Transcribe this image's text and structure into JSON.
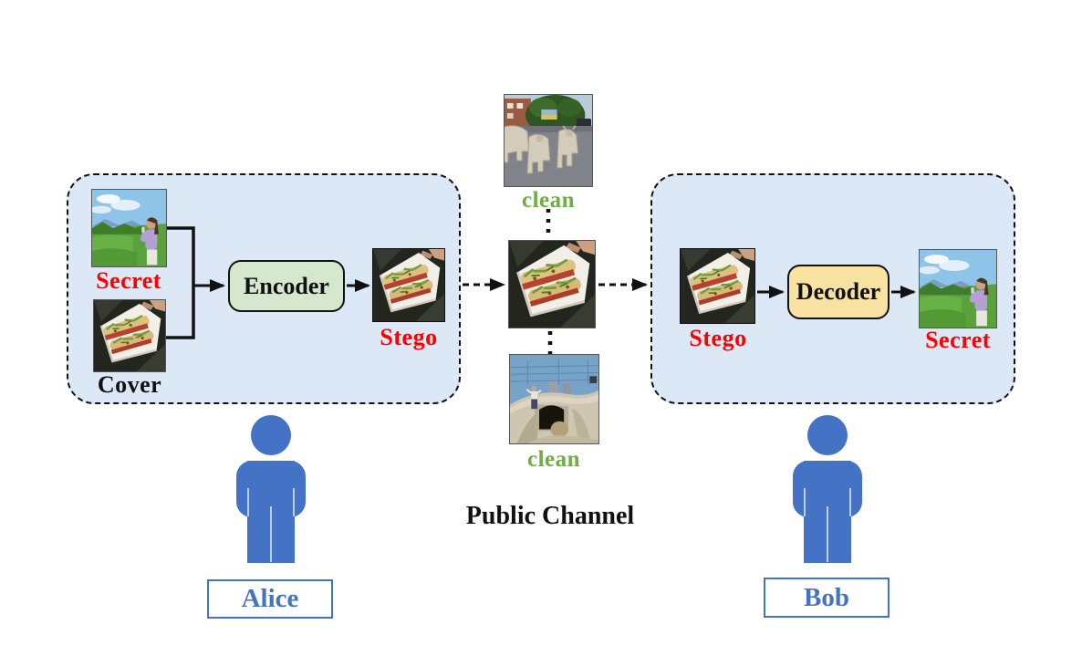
{
  "figure": {
    "public_channel_title": "Public Channel"
  },
  "alice_panel": {
    "secret_label": "Secret",
    "cover_label": "Cover",
    "encoder_label": "Encoder",
    "stego_label": "Stego"
  },
  "channel": {
    "clean_top_label": "clean",
    "clean_bottom_label": "clean"
  },
  "bob_panel": {
    "stego_label": "Stego",
    "decoder_label": "Decoder",
    "secret_label": "Secret"
  },
  "actors": {
    "alice_label": "Alice",
    "bob_label": "Bob"
  },
  "colors": {
    "panel_fill": "#dce8f5",
    "encoder_fill": "#d5e8cd",
    "decoder_fill": "#f8e2a2",
    "actor_blue": "#4472c4",
    "label_red": "#ff0000",
    "clean_green": "#70ad47",
    "outline_black": "#111111"
  },
  "photo_semantics": {
    "secret": "woman-in-field-photo",
    "cover": "sandwich-tray-photo",
    "stego": "sandwich-tray-photo",
    "clean_top": "cows-on-street-photo",
    "clean_bottom": "skatepark-drain-photo"
  }
}
